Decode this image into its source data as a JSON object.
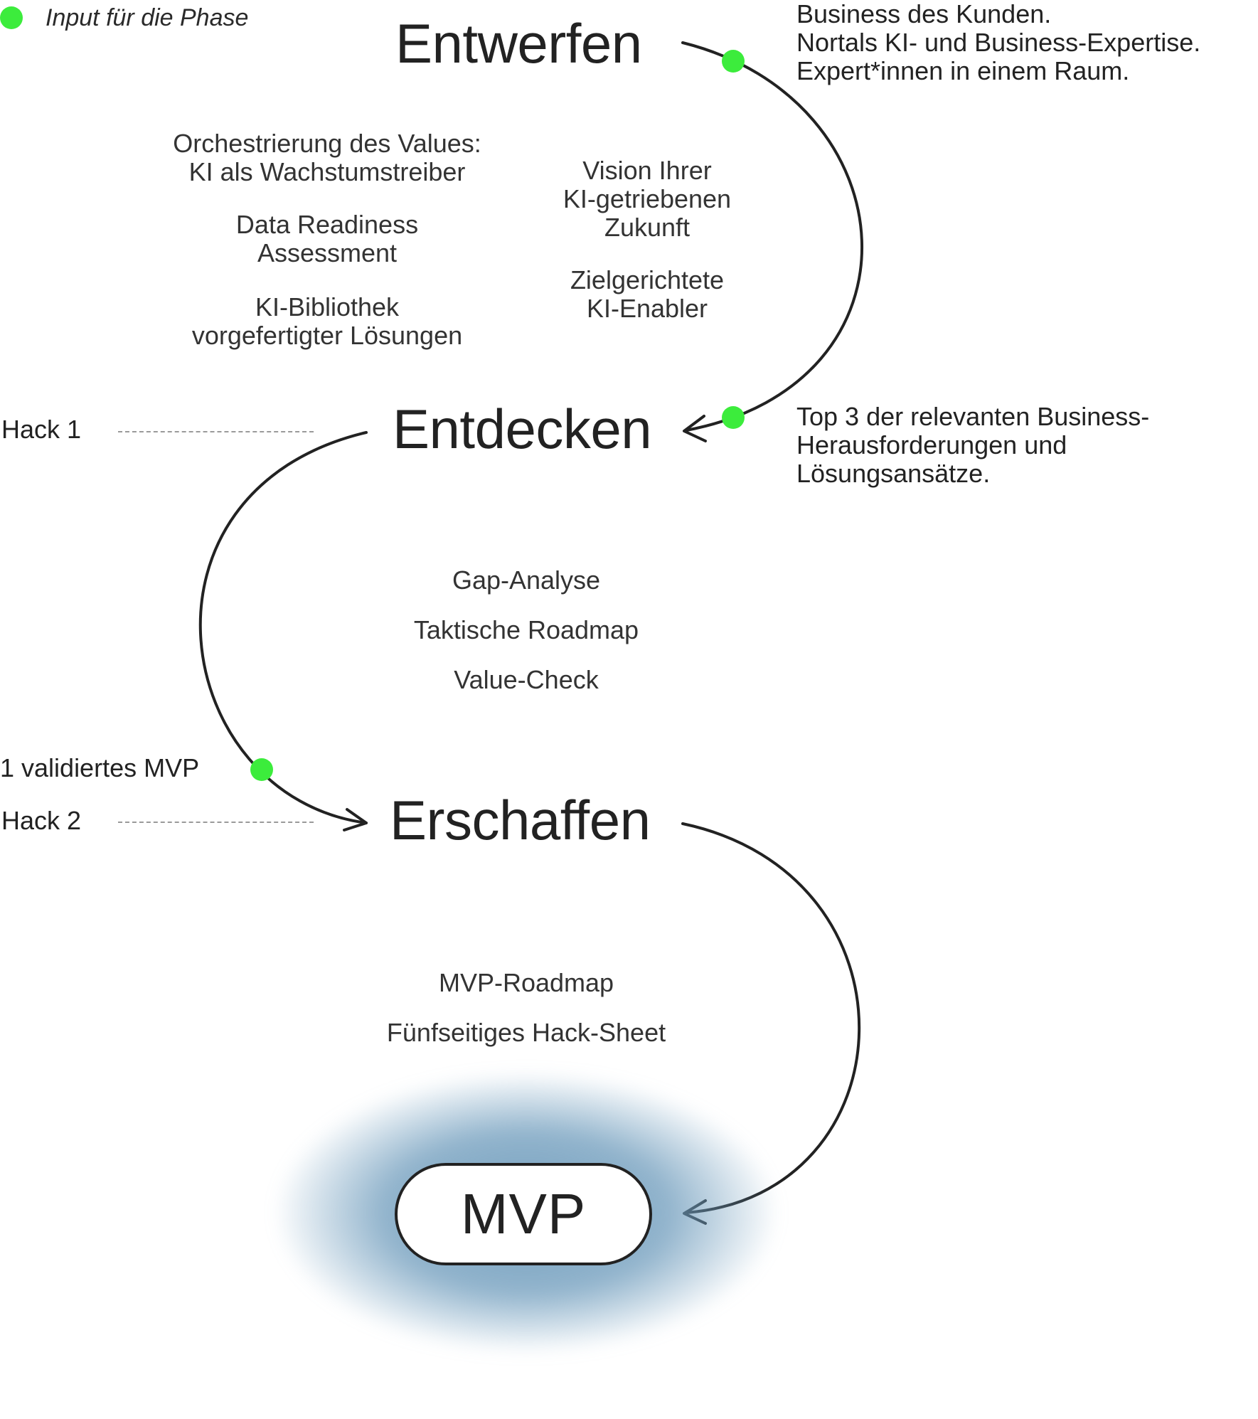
{
  "legend": {
    "label": "Input für die Phase",
    "dot_color": "#3cec3c",
    "dot_icon": "green-dot-icon"
  },
  "phases": {
    "entwerfen": "Entwerfen",
    "entdecken": "Entdecken",
    "erschaffen": "Erschaffen"
  },
  "entwerfen_inputs": [
    "Business des Kunden.",
    "Nortals KI- und Business-Expertise.",
    "Expert*innen in einem Raum."
  ],
  "entwerfen_content": {
    "left": [
      [
        "Orchestrierung des Values:",
        "KI als Wachstumstreiber"
      ],
      [
        "Data Readiness",
        "Assessment"
      ],
      [
        "KI-Bibliothek",
        "vorgefertigter Lösungen"
      ]
    ],
    "right": [
      [
        "Vision Ihrer",
        "KI-getriebenen",
        "Zukunft"
      ],
      [
        "Zielgerichtete",
        "KI-Enabler"
      ]
    ]
  },
  "entdecken_inputs": [
    "Top 3 der relevanten Business-",
    "Herausforderungen und",
    "Lösungsansätze."
  ],
  "entdecken_content": [
    "Gap-Analyse",
    "Taktische Roadmap",
    "Value-Check"
  ],
  "hack1": "Hack 1",
  "validated_mvp": "1 validiertes MVP",
  "hack2": "Hack 2",
  "erschaffen_content": [
    "MVP-Roadmap",
    "Fünfseitiges Hack-Sheet"
  ],
  "result": {
    "label": "MVP",
    "glow_color": "#6c9abb"
  }
}
